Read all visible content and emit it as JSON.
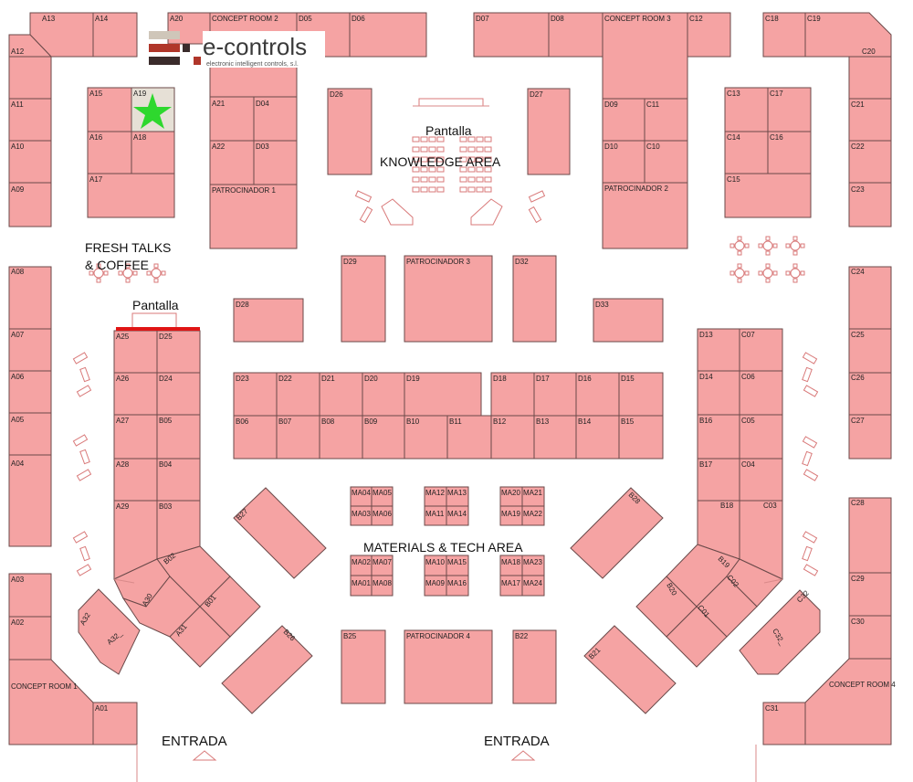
{
  "logo": {
    "name": "e-controls",
    "tagline": "electronic intelligent controls, s.l.",
    "colors": [
      "#3a2b2b",
      "#b0362a",
      "#cfc6b9"
    ]
  },
  "areas": {
    "knowledge": "KNOWLEDGE AREA",
    "pantalla": "Pantalla",
    "fresh_talks": "FRESH TALKS",
    "coffee": "& COFFEE",
    "materials": "MATERIALS & TECH AREA",
    "entrada": "ENTRADA"
  },
  "labels": {
    "A13": "A13",
    "A14": "A14",
    "A20": "A20",
    "CR2": "CONCEPT ROOM 2",
    "D05": "D05",
    "D06": "D06",
    "D07": "D07",
    "D08": "D08",
    "CR3": "CONCEPT ROOM 3",
    "C12": "C12",
    "C18": "C18",
    "C19": "C19",
    "A12": "A12",
    "C20": "C20",
    "A15": "A15",
    "A19": "A19",
    "A16": "A16",
    "A18": "A18",
    "A17": "A17",
    "A11": "A11",
    "A10": "A10",
    "A09": "A09",
    "A21": "A21",
    "D04": "D04",
    "A22": "A22",
    "D03": "D03",
    "PAT1": "PATROCINADOR 1",
    "D26": "D26",
    "D27": "D27",
    "D09": "D09",
    "C11": "C11",
    "D10": "D10",
    "C10": "C10",
    "PAT2": "PATROCINADOR 2",
    "C13": "C13",
    "C17": "C17",
    "C14": "C14",
    "C16": "C16",
    "C15": "C15",
    "C21": "C21",
    "C22": "C22",
    "C23": "C23",
    "A08": "A08",
    "A07": "A07",
    "A06": "A06",
    "A05": "A05",
    "A04": "A04",
    "D29": "D29",
    "PAT3": "PATROCINADOR 3",
    "D32": "D32",
    "D28": "D28",
    "D33": "D33",
    "C24": "C24",
    "C25": "C25",
    "C26": "C26",
    "C27": "C27",
    "A25": "A25",
    "D25": "D25",
    "A26": "A26",
    "D24": "D24",
    "A27": "A27",
    "B05": "B05",
    "A28": "A28",
    "B04": "B04",
    "A29": "A29",
    "B03": "B03",
    "D23": "D23",
    "D22": "D22",
    "D21": "D21",
    "D20": "D20",
    "D19": "D19",
    "D18": "D18",
    "D17": "D17",
    "D16": "D16",
    "D15": "D15",
    "B06": "B06",
    "B07": "B07",
    "B08": "B08",
    "B09": "B09",
    "B10": "B10",
    "B11": "B11",
    "B12": "B12",
    "B13": "B13",
    "B14": "B14",
    "B15": "B15",
    "D13": "D13",
    "C07": "C07",
    "D14": "D14",
    "C06": "C06",
    "B16": "B16",
    "C05": "C05",
    "B17": "B17",
    "C04": "C04",
    "B18": "B18",
    "C03": "C03",
    "MA04": "MA04",
    "MA05": "MA05",
    "MA03": "MA03",
    "MA06": "MA06",
    "MA12": "MA12",
    "MA13": "MA13",
    "MA11": "MA11",
    "MA14": "MA14",
    "MA20": "MA20",
    "MA21": "MA21",
    "MA19": "MA19",
    "MA22": "MA22",
    "MA02": "MA02",
    "MA07": "MA07",
    "MA01": "MA01",
    "MA08": "MA08",
    "MA10": "MA10",
    "MA15": "MA15",
    "MA09": "MA09",
    "MA16": "MA16",
    "MA18": "MA18",
    "MA23": "MA23",
    "MA17": "MA17",
    "MA24": "MA24",
    "B27": "B27",
    "B28": "B28",
    "B02": "B02",
    "A30": "A30",
    "B01": "B01",
    "A31": "A31",
    "A32": "A32",
    "A32b": "A32_",
    "B19": "B19",
    "B20": "B20",
    "C02": "C02",
    "C01": "C01",
    "C32": "C32",
    "C32b": "C32_",
    "A03": "A03",
    "A02": "A02",
    "CR1": "CONCEPT ROOM 1",
    "A01": "A01",
    "B26": "B26",
    "B25": "B25",
    "PAT4": "PATROCINADOR 4",
    "B22": "B22",
    "B21": "B21",
    "C28": "C28",
    "C29": "C29",
    "C30": "C30",
    "CR4": "CONCEPT ROOM 4",
    "C31": "C31"
  }
}
